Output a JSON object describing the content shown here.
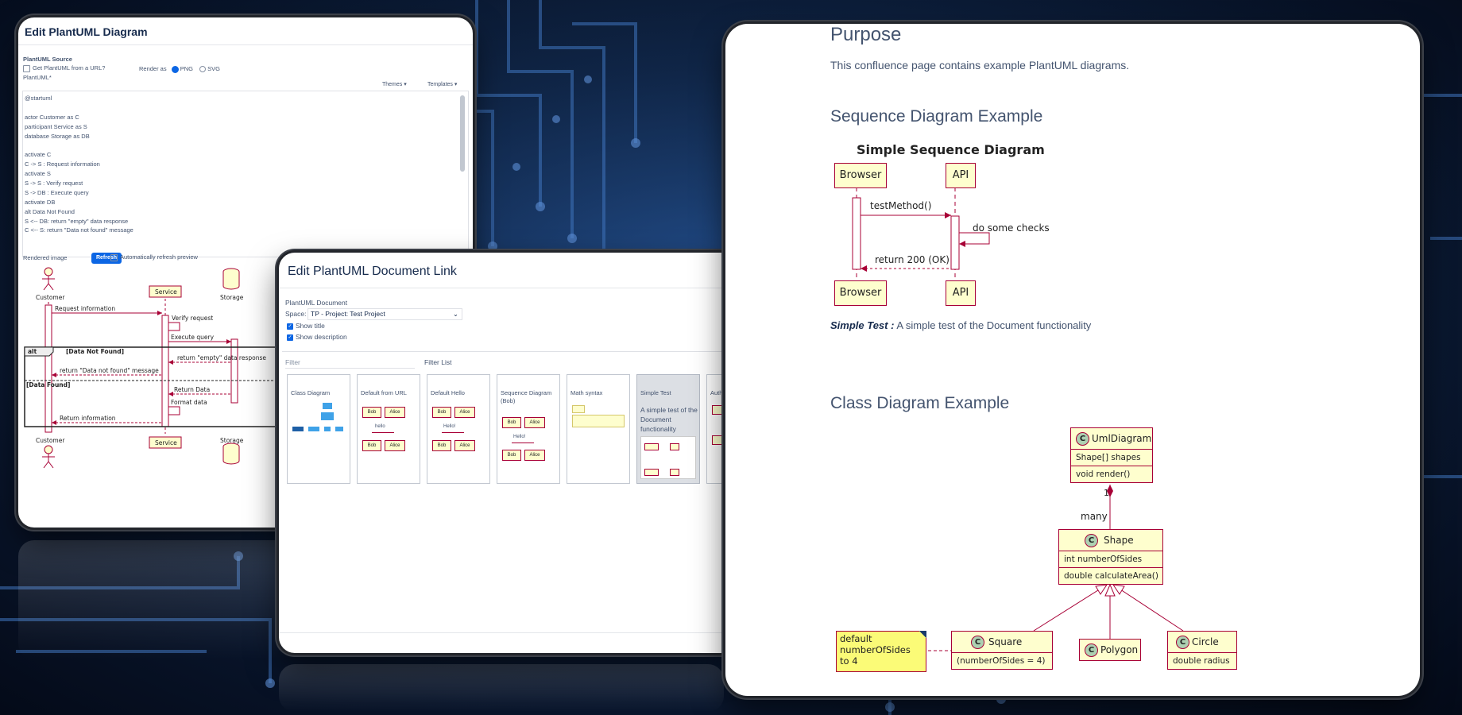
{
  "panel_plantuml_diagram": {
    "title": "Edit PlantUML Diagram",
    "source_label": "PlantUML Source",
    "get_from_url": "Get PlantUML from a URL?",
    "render_as": "Render as",
    "png": "PNG",
    "svg": "SVG",
    "plantuml_label": "PlantUML*",
    "themes": "Themes",
    "templates": "Templates",
    "code_lines": [
      "@startuml",
      "",
      "actor Customer as C",
      "participant Service as S",
      "database Storage as DB",
      "",
      "activate C",
      "C -> S : Request information",
      "activate S",
      "S -> S : Verify request",
      "S -> DB : Execute query",
      "activate DB",
      "alt Data Not Found",
      "  S <-- DB: return \"empty\" data response",
      "  C <-- S: return \"Data not found\" message"
    ],
    "rendered_label": "Rendered image",
    "refresh": "Refresh",
    "auto_refresh": "Automatically refresh preview",
    "diagram": {
      "customer": "Customer",
      "service": "Service",
      "storage": "Storage",
      "m1": "Request information",
      "m2": "Verify request",
      "m3": "Execute query",
      "alt": "alt",
      "alt_guard": "[Data Not Found]",
      "m4": "return \"empty\" data response",
      "m5": "return \"Data not found\" message",
      "else_guard": "[Data Found]",
      "m6": "Return Data",
      "m7": "Format data",
      "m8": "Return information"
    }
  },
  "panel_document_link": {
    "title": "Edit PlantUML Document Link",
    "doc_label": "PlantUML Document",
    "space_label": "Space:",
    "space_value": "TP - Project: Test Project",
    "show_title": "Show title",
    "show_description": "Show description",
    "filter_placeholder": "Filter",
    "filter_list": "Filter List",
    "cards": [
      {
        "title": "Class Diagram"
      },
      {
        "title": "Default from URL"
      },
      {
        "title": "Default Hello"
      },
      {
        "title": "Sequence Diagram (Bob)"
      },
      {
        "title": "Math syntax"
      },
      {
        "title": "Simple Test",
        "desc": "A simple test of the Document functionality"
      },
      {
        "title": "Auth"
      }
    ],
    "bob": "Bob",
    "alice": "Alice",
    "hello": "hello",
    "hello2": "Hello!"
  },
  "panel_confluence": {
    "purpose_heading": "Purpose",
    "purpose_text": "This confluence page contains example PlantUML diagrams.",
    "seq_heading": "Sequence Diagram Example",
    "seq_title": "Simple Sequence Diagram",
    "browser": "Browser",
    "api": "API",
    "msg1": "testMethod()",
    "msg2": "do some checks",
    "msg3": "return 200 (OK)",
    "caption_bold": "Simple Test :",
    "caption_text": "A simple test of the Document functionality",
    "class_heading": "Class Diagram Example",
    "uml_diagram": {
      "name": "UmlDiagram",
      "fields": [
        "Shape[] shapes",
        "void render()"
      ]
    },
    "shape": {
      "name": "Shape",
      "fields": [
        "int numberOfSides",
        "double calculateArea()"
      ]
    },
    "square": {
      "name": "Square",
      "fields": [
        "(numberOfSides = 4)"
      ]
    },
    "polygon": {
      "name": "Polygon"
    },
    "circle": {
      "name": "Circle",
      "fields": [
        "double radius"
      ]
    },
    "mult_one": "1",
    "mult_many": "many",
    "note": [
      "default",
      "numberOfSides",
      "to 4"
    ],
    "class_letter": "C"
  }
}
